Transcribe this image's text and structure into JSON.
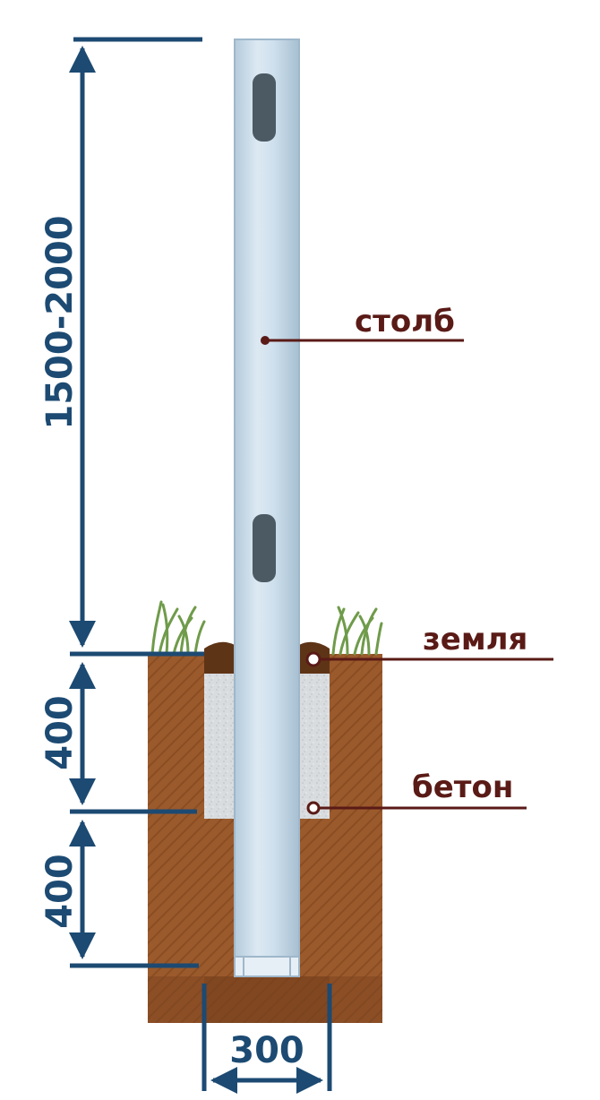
{
  "diagram": {
    "dimensions": {
      "height_above_ground": "1500-2000",
      "upper_depth": "400",
      "lower_depth": "400",
      "hole_width": "300"
    },
    "callouts": {
      "post": "столб",
      "soil": "земля",
      "concrete": "бетон"
    },
    "colors": {
      "dimension_line": "#1c4a72",
      "callout_line": "#5a1a16",
      "callout_text": "#5a1a16",
      "soil": "#9b5a2c",
      "soil_dark": "#7d4620",
      "concrete": "#d9dcdf",
      "post": "#c9dceb",
      "post_edge": "#9fb7ca",
      "slot": "#4b5a63",
      "grass": "#6f9b4a"
    }
  }
}
